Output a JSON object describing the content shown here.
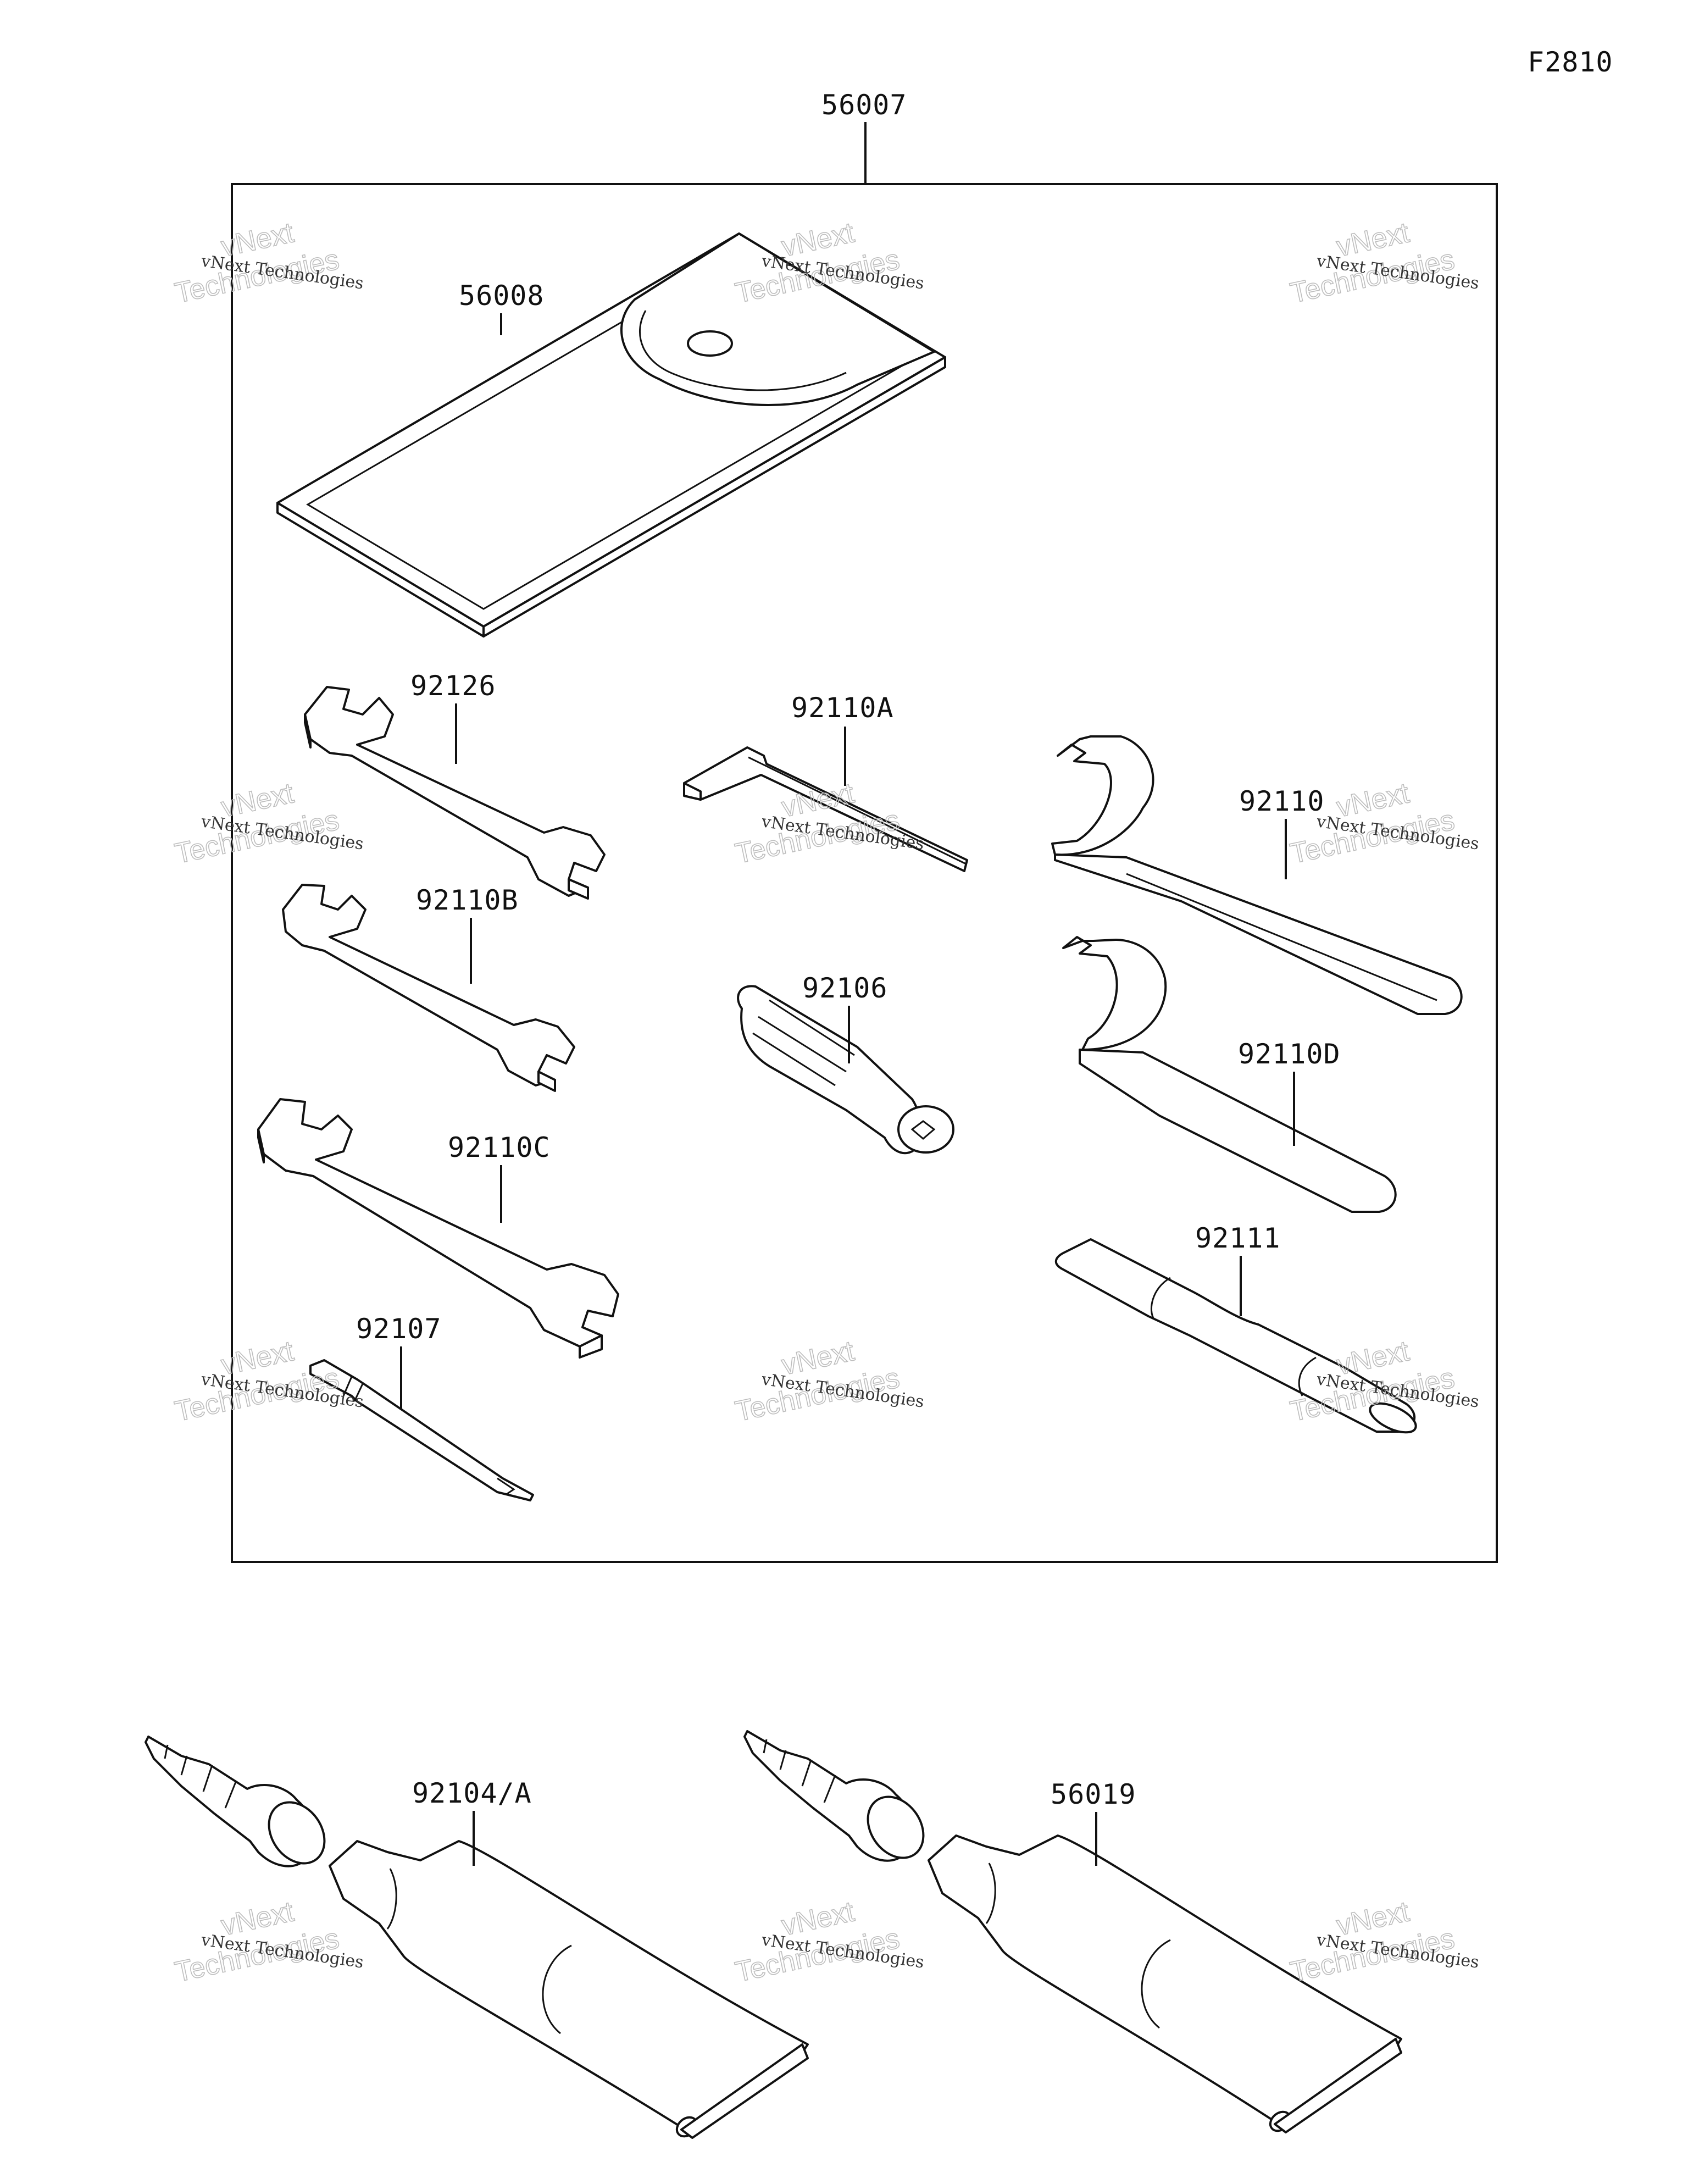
{
  "diagram_code": "F2810",
  "watermark": {
    "line1": "vNext Technologies",
    "line2a": "vNext",
    "line2b": "Technologies"
  },
  "parts": {
    "kit": "56007",
    "case": "56008",
    "wrench_a": "92126",
    "hex_key": "92110A",
    "spanner_large": "92110",
    "wrench_b": "92110B",
    "plug_tool": "92106",
    "spanner_hook": "92110D",
    "wrench_c": "92110C",
    "handle": "92111",
    "screwdriver": "92107",
    "tube_left": "92104/A",
    "tube_right": "56019"
  }
}
